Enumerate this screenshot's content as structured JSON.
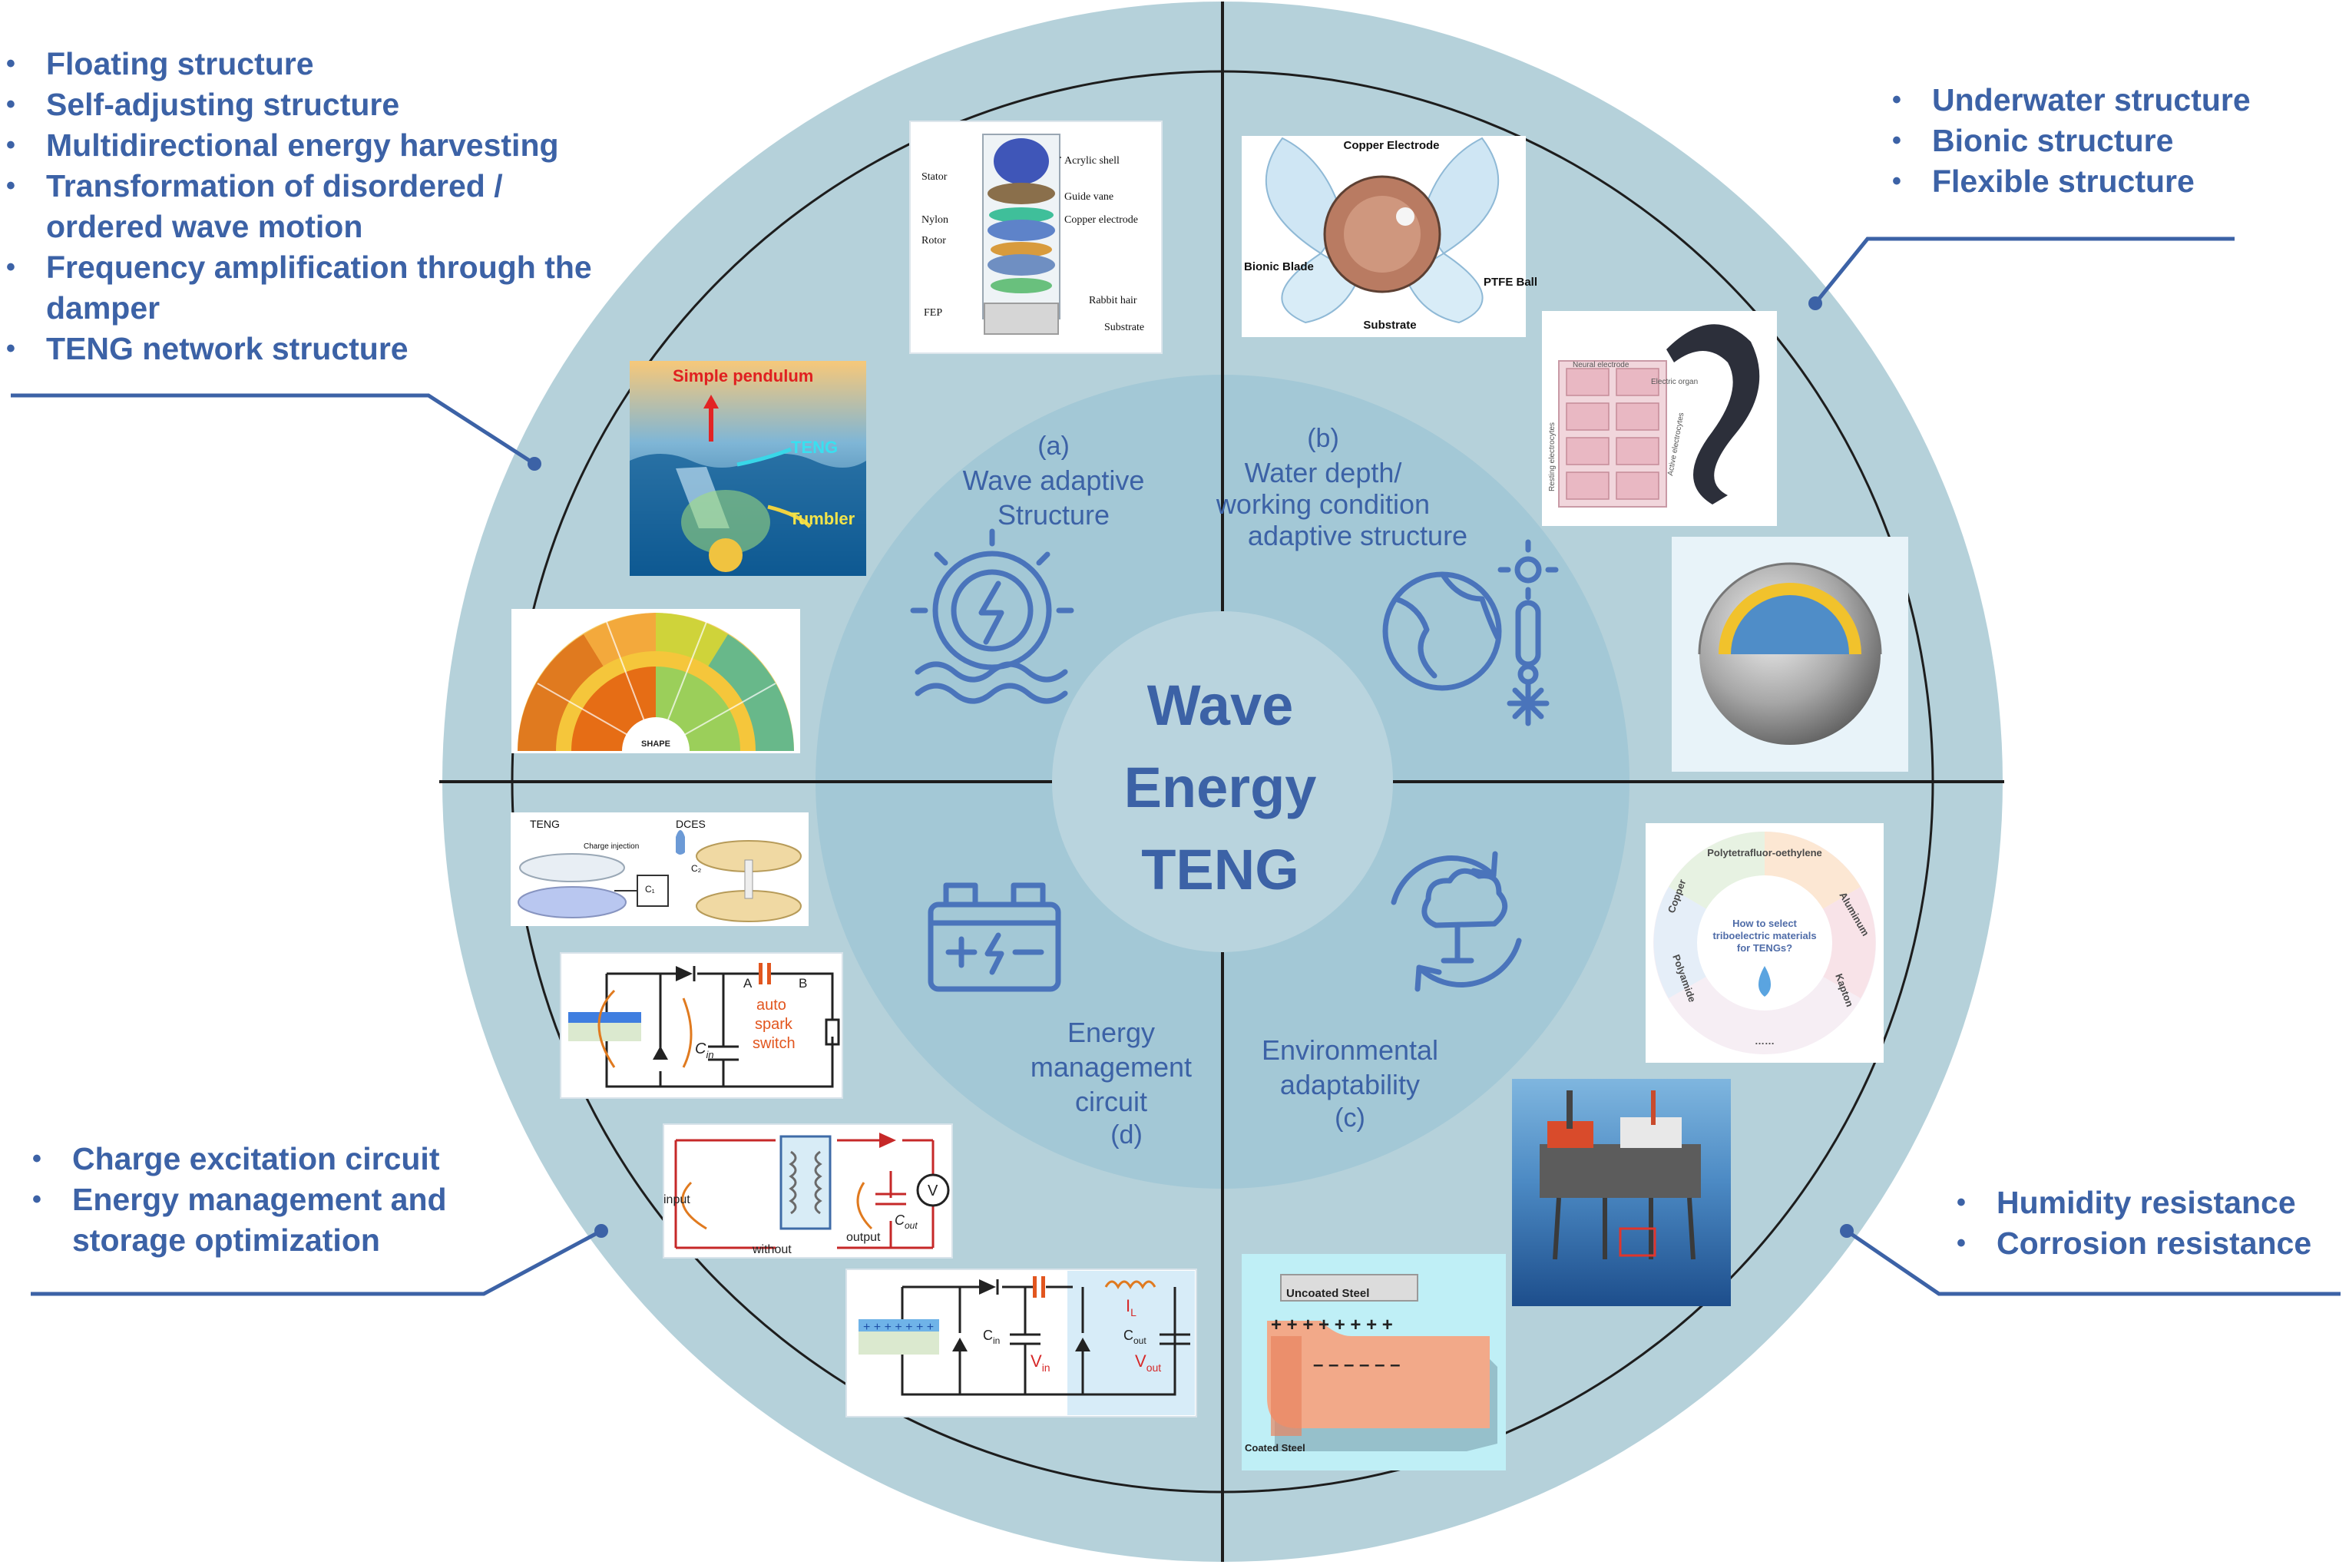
{
  "center": {
    "line1": "Wave",
    "line2": "Energy",
    "line3": "TENG"
  },
  "sectors": [
    {
      "id": "a",
      "letter": "(a)",
      "title": [
        "Wave adaptive",
        "Structure"
      ]
    },
    {
      "id": "b",
      "letter": "(b)",
      "title": [
        "Water depth/",
        "working condition",
        "adaptive structure"
      ]
    },
    {
      "id": "c",
      "letter": "(c)",
      "title": [
        "Environmental",
        "adaptability"
      ]
    },
    {
      "id": "d",
      "letter": "(d)",
      "title": [
        "Energy",
        "management",
        "circuit"
      ]
    }
  ],
  "notes": {
    "top_left": [
      "Floating structure",
      "Self-adjusting structure",
      "Multidirectional energy harvesting",
      "Transformation of disordered / ordered wave motion",
      "Frequency amplification through the damper",
      "TENG network structure"
    ],
    "top_right": [
      "Underwater structure",
      "Bionic structure",
      "Flexible structure"
    ],
    "bottom_left": [
      "Charge excitation circuit",
      "Energy management and storage optimization"
    ],
    "bottom_right": [
      "Humidity resistance",
      "Corrosion resistance"
    ]
  },
  "figures": {
    "rotary_teng": {
      "labels": [
        "Acrylic shell",
        "Stator",
        "Guide vane",
        "Nylon",
        "Copper electrode",
        "Rotor",
        "Rabbit hair",
        "FEP",
        "Substrate"
      ]
    },
    "pendulum": {
      "labels": [
        "Simple pendulum",
        "TENG",
        "Tumbler"
      ]
    },
    "shape_wheel": {
      "center_label": "SHAPE"
    },
    "bionic_ball": {
      "labels": [
        "Copper Electrode",
        "Bionic Blade",
        "PTFE Ball",
        "Substrate"
      ]
    },
    "eel": {
      "labels": [
        "Electric organ",
        "Neural electrode",
        "Active electrocytes",
        "Resting electrocytes"
      ]
    },
    "materials_wheel": {
      "center_text": "How to select triboelectric materials for TENGs?",
      "labels": [
        "Polytetrafluor-oethylene",
        "Aluminum",
        "Kapton",
        "……",
        "Polyamide",
        "Copper"
      ]
    },
    "coated_steel": {
      "labels": [
        "Uncoated Steel",
        "Coated Steel"
      ]
    },
    "charge_injection": {
      "labels": [
        "TENG",
        "DCES",
        "Charge injection",
        "C₁",
        "C₂"
      ]
    },
    "spark_switch": {
      "labels": [
        "A",
        "B",
        "auto",
        "spark",
        "switch",
        "C",
        "in"
      ]
    },
    "transformer": {
      "labels": [
        "input",
        "without",
        "output",
        "V",
        "C",
        "out"
      ]
    },
    "buck": {
      "labels": [
        "C",
        "in",
        "V",
        "in",
        "I",
        "L",
        "C",
        "out",
        "V",
        "out"
      ]
    }
  },
  "colors": {
    "outer_ring": "#b5d1da",
    "inner_disk": "#a3c8d6",
    "center_disk": "#b9d4de",
    "accent_text": "#3c62a6",
    "icon_stroke": "#4a74bb"
  }
}
